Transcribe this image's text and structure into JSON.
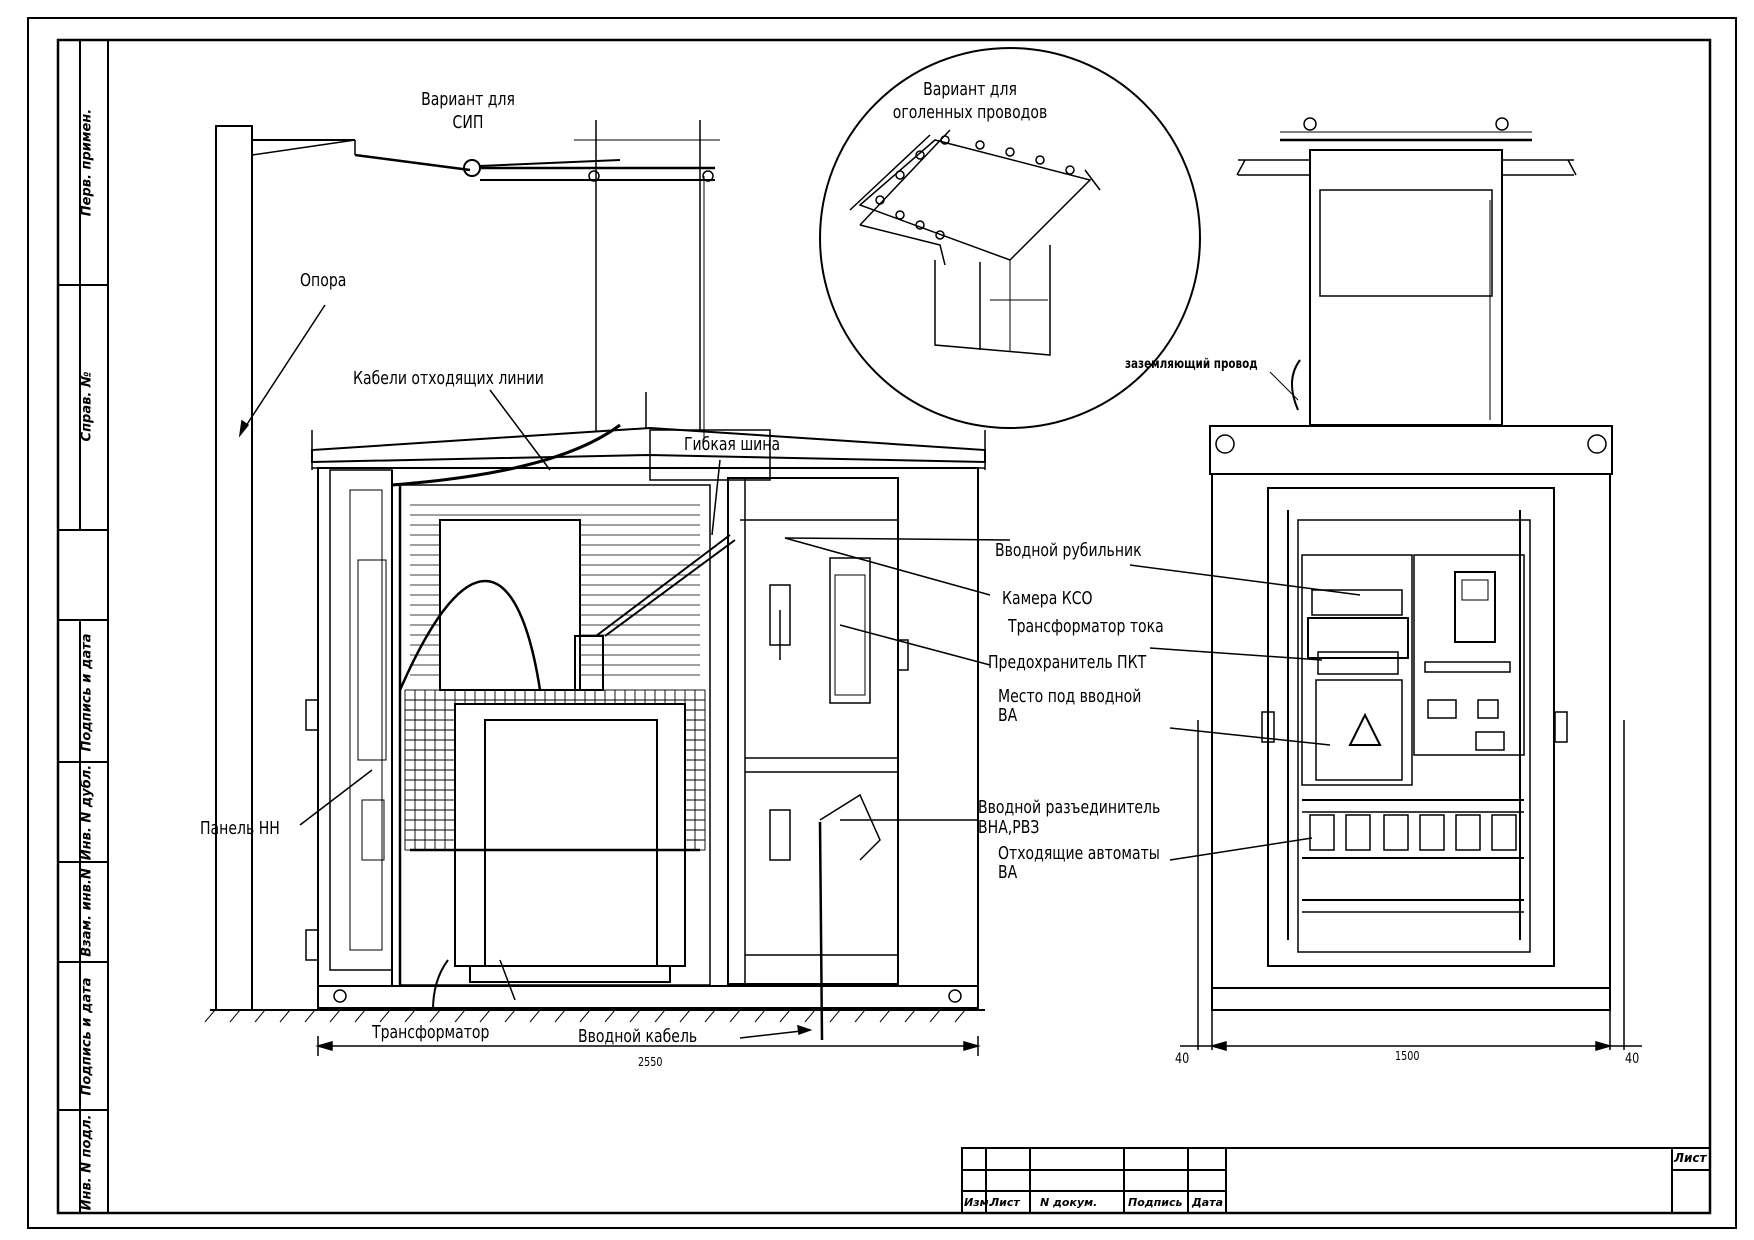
{
  "side_view": {
    "labels": {
      "variant_sip": "Вариант для\nСИП",
      "opora": "Опора",
      "cables_outgoing": "Кабели отходящих линии",
      "flexible_bus": "Гибкая шина",
      "panel_nn": "Панель НН",
      "transformer": "Трансформатор",
      "input_cable": "Вводной кабель"
    },
    "dimension_width": "2550"
  },
  "detail_view": {
    "title": "Вариант для\nоголенных проводов"
  },
  "front_view": {
    "labels": {
      "grounding_wire": "заземляющий провод",
      "input_switch": "Вводной рубильник",
      "kso_chamber": "Камера КСО",
      "current_transformer": "Трансформатор тока",
      "fuse_pkt": "Предохранитель ПКТ",
      "input_breaker_place": "Место под вводной\nВА",
      "input_disconnector": "Вводной разъединитель\nВНА,РВЗ",
      "outgoing_breakers": "Отходящие автоматы\nВА"
    },
    "dimension_width": "1500",
    "dimension_left": "40",
    "dimension_right": "40"
  },
  "side_stamp": {
    "cells": [
      "Перв. примен.",
      "Справ. №",
      "Подпись и дата",
      "Инв. N дубл.",
      "Взам. инв.N",
      "Подпись и дата",
      "Инв. N подл."
    ]
  },
  "title_block": {
    "columns": [
      "Изм.",
      "Лист",
      "N докум.",
      "Подпись",
      "Дата"
    ],
    "sheet_label": "Лист"
  }
}
